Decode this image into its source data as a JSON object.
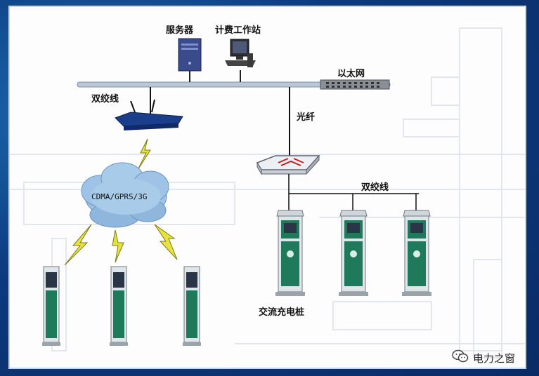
{
  "labels": {
    "server": "服务器",
    "billing_station": "计费工作站",
    "ethernet": "以太网",
    "twisted_pair_left": "双绞线",
    "fiber": "光纤",
    "twisted_pair_right": "双绞线",
    "cloud": "CDMA/GPRS/3G",
    "ac_charger": "交流充电桩"
  },
  "watermark": "电力之窗",
  "colors": {
    "background": "#0d3b80",
    "panel": "#fdfdfd",
    "charger_green": "#1f7a5c",
    "charger_body": "#dfe6ea",
    "lightning": "#e8e23a",
    "cloud": "#9fc3e6",
    "router": "#1b3e8c"
  },
  "icons": [
    "server-icon",
    "workstation-icon",
    "ethernet-switch-icon",
    "router-icon",
    "fiber-switch-icon",
    "cloud-icon",
    "charger-icon",
    "lightning-icon",
    "wechat-icon"
  ]
}
